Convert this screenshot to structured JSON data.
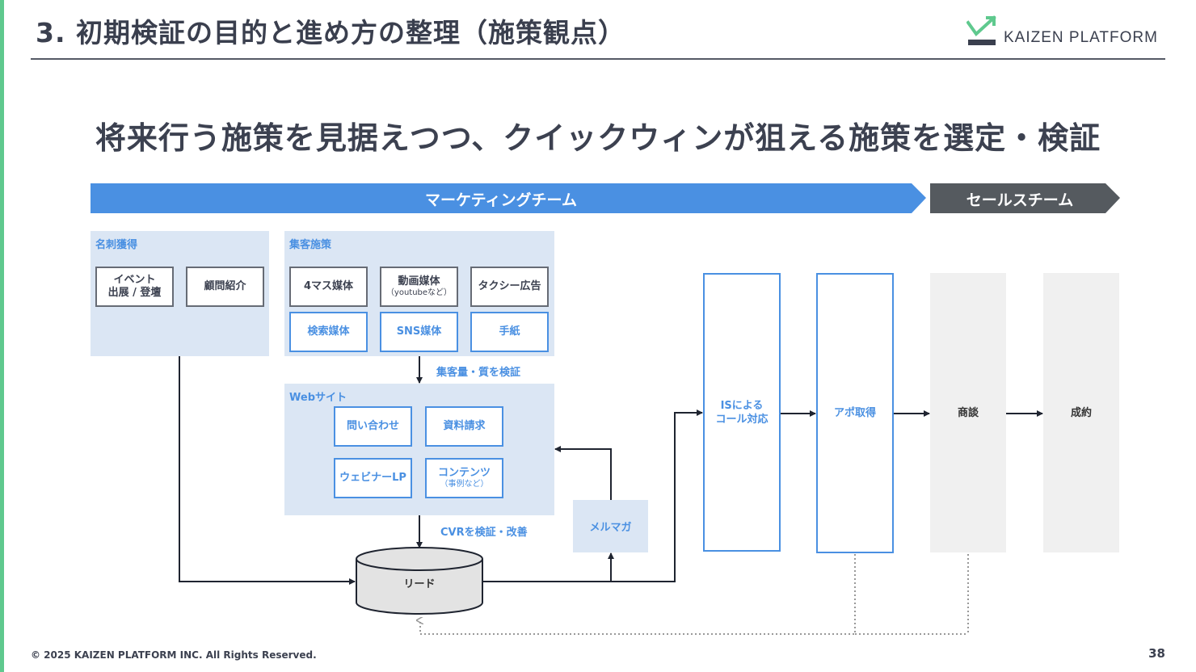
{
  "slide": {
    "title": "3. 初期検証の目的と進め方の整理（施策観点）",
    "headline": "将来行う施策を見据えつつ、クイックウィンが狙える施策を選定・検証",
    "footer_copyright": "© 2025 KAIZEN PLATFORM INC. All Rights Reserved.",
    "page_number": "38"
  },
  "logo": {
    "text": "KAIZEN PLATFORM",
    "icon": "trend-check-icon",
    "accent_color": "#5fc98e"
  },
  "colors": {
    "accent_blue": "#4a90e2",
    "panel_blue": "#dbe6f4",
    "dark_gray": "#555a5f",
    "light_gray": "#f0f0f0",
    "green_bar": "#5fc98e"
  },
  "banners": {
    "marketing": "マーケティングチーム",
    "sales": "セールスチーム"
  },
  "panels": {
    "meishi": {
      "label": "名刺獲得",
      "boxes": [
        {
          "line1": "イベント",
          "line2": "出展 / 登壇"
        },
        {
          "line1": "顧問紹介"
        }
      ]
    },
    "shukyaku": {
      "label": "集客施策",
      "boxes": [
        {
          "line1": "4マス媒体"
        },
        {
          "line1": "動画媒体",
          "line2": "（youtubeなど）"
        },
        {
          "line1": "タクシー広告"
        },
        {
          "line1": "検索媒体"
        },
        {
          "line1": "SNS媒体"
        },
        {
          "line1": "手紙"
        }
      ]
    },
    "website": {
      "label": "Webサイト",
      "boxes": [
        {
          "line1": "問い合わせ"
        },
        {
          "line1": "資料請求"
        },
        {
          "line1": "ウェビナーLP"
        },
        {
          "line1": "コンテンツ",
          "line2": "（事例など）"
        }
      ]
    }
  },
  "notes": {
    "verify_traffic": "集客量・質を検証",
    "verify_cvr": "CVRを検証・改善"
  },
  "mail_magazine": "メルマガ",
  "lead": "リード",
  "pipeline": [
    {
      "line1": "ISによる",
      "line2": "コール対応",
      "style": "blue"
    },
    {
      "line1": "アポ取得",
      "line2": "",
      "style": "blue"
    },
    {
      "line1": "商談",
      "line2": "",
      "style": "gray"
    },
    {
      "line1": "成約",
      "line2": "",
      "style": "gray"
    }
  ]
}
